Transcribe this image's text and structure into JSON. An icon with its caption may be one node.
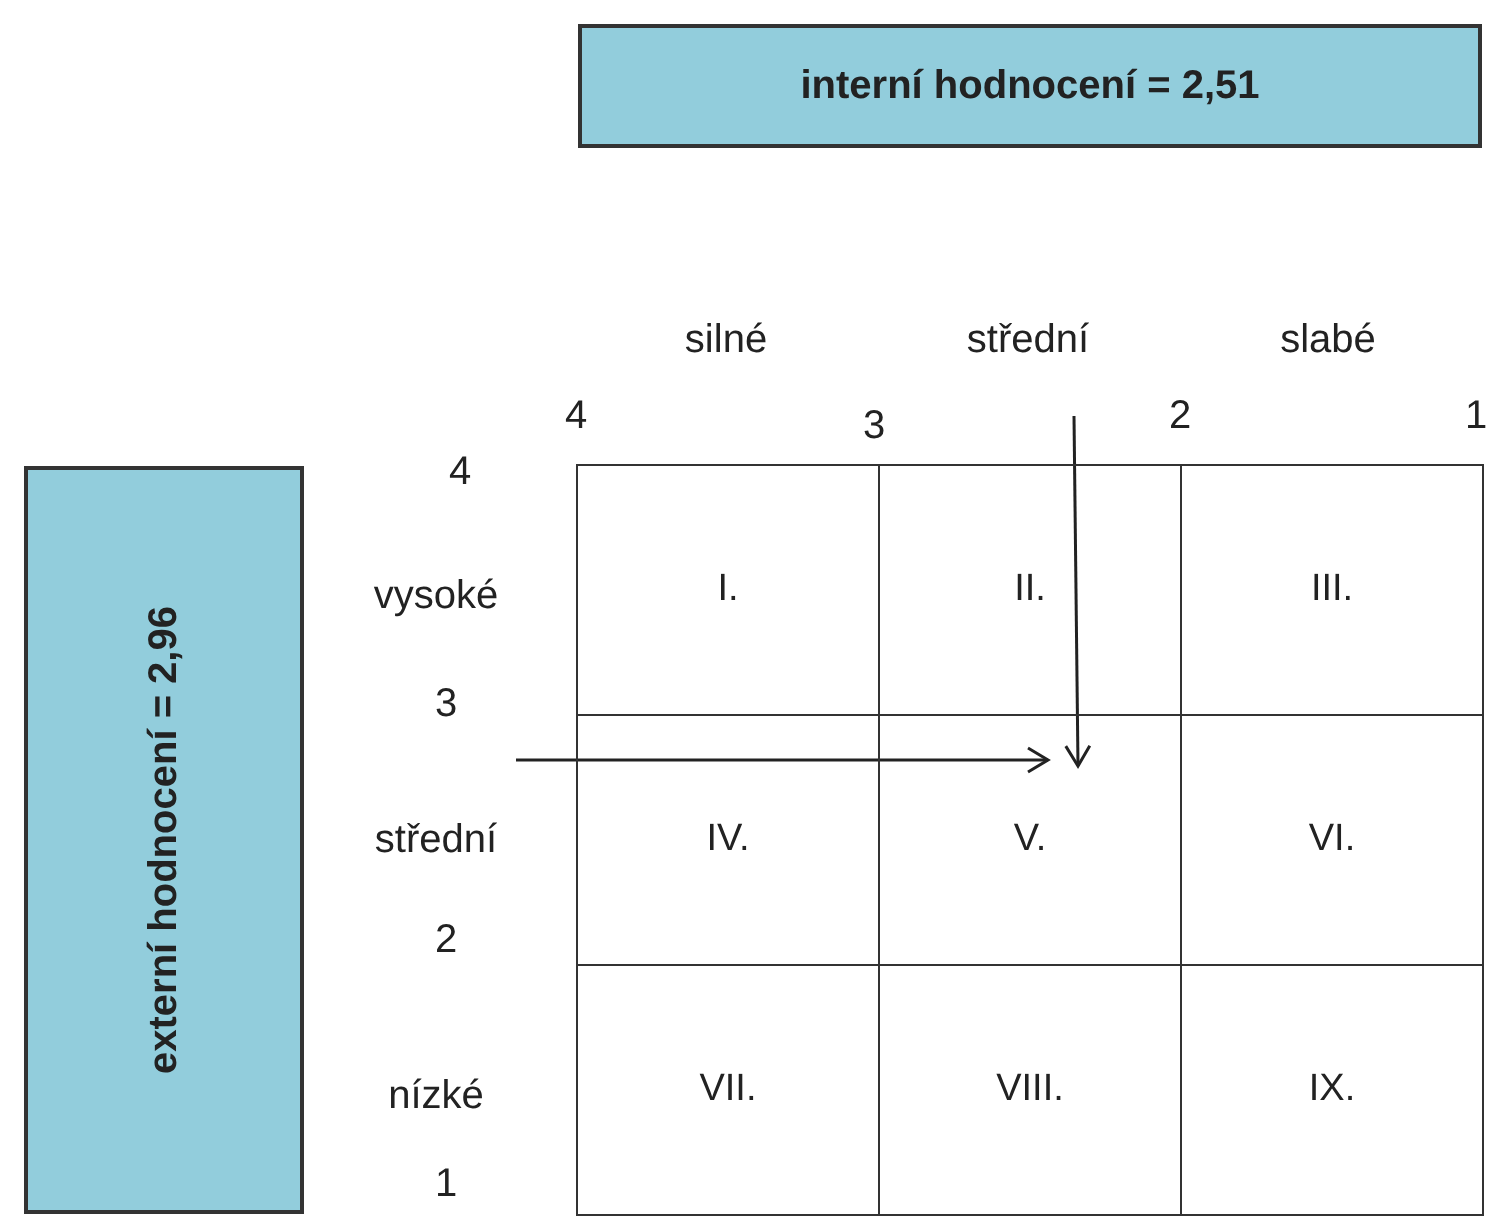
{
  "diagram": {
    "nodes": [
      {
        "text": [
          "interní hodnocení = 2,51"
        ]
      },
      {
        "text": [
          "externí hodnocení = 2,96"
        ]
      },
      {
        "text": [
          "I."
        ]
      },
      {
        "text": [
          "II."
        ]
      },
      {
        "text": [
          "III."
        ]
      },
      {
        "text": [
          "IV."
        ]
      },
      {
        "text": [
          "V."
        ]
      },
      {
        "text": [
          "VI."
        ]
      },
      {
        "text": [
          "VII."
        ]
      },
      {
        "text": [
          "VIII."
        ]
      },
      {
        "text": [
          "IX."
        ]
      }
    ],
    "edges": [
      {
        "from": null,
        "to": 6,
        "arrow": "to"
      },
      {
        "from": null,
        "to": 6,
        "arrow": "to"
      }
    ],
    "labels": [
      "silné",
      "střední",
      "slabé",
      "4",
      "3",
      "2",
      "1",
      "4",
      "vysoké",
      "3",
      "střední",
      "2",
      "nízké",
      "1"
    ]
  }
}
